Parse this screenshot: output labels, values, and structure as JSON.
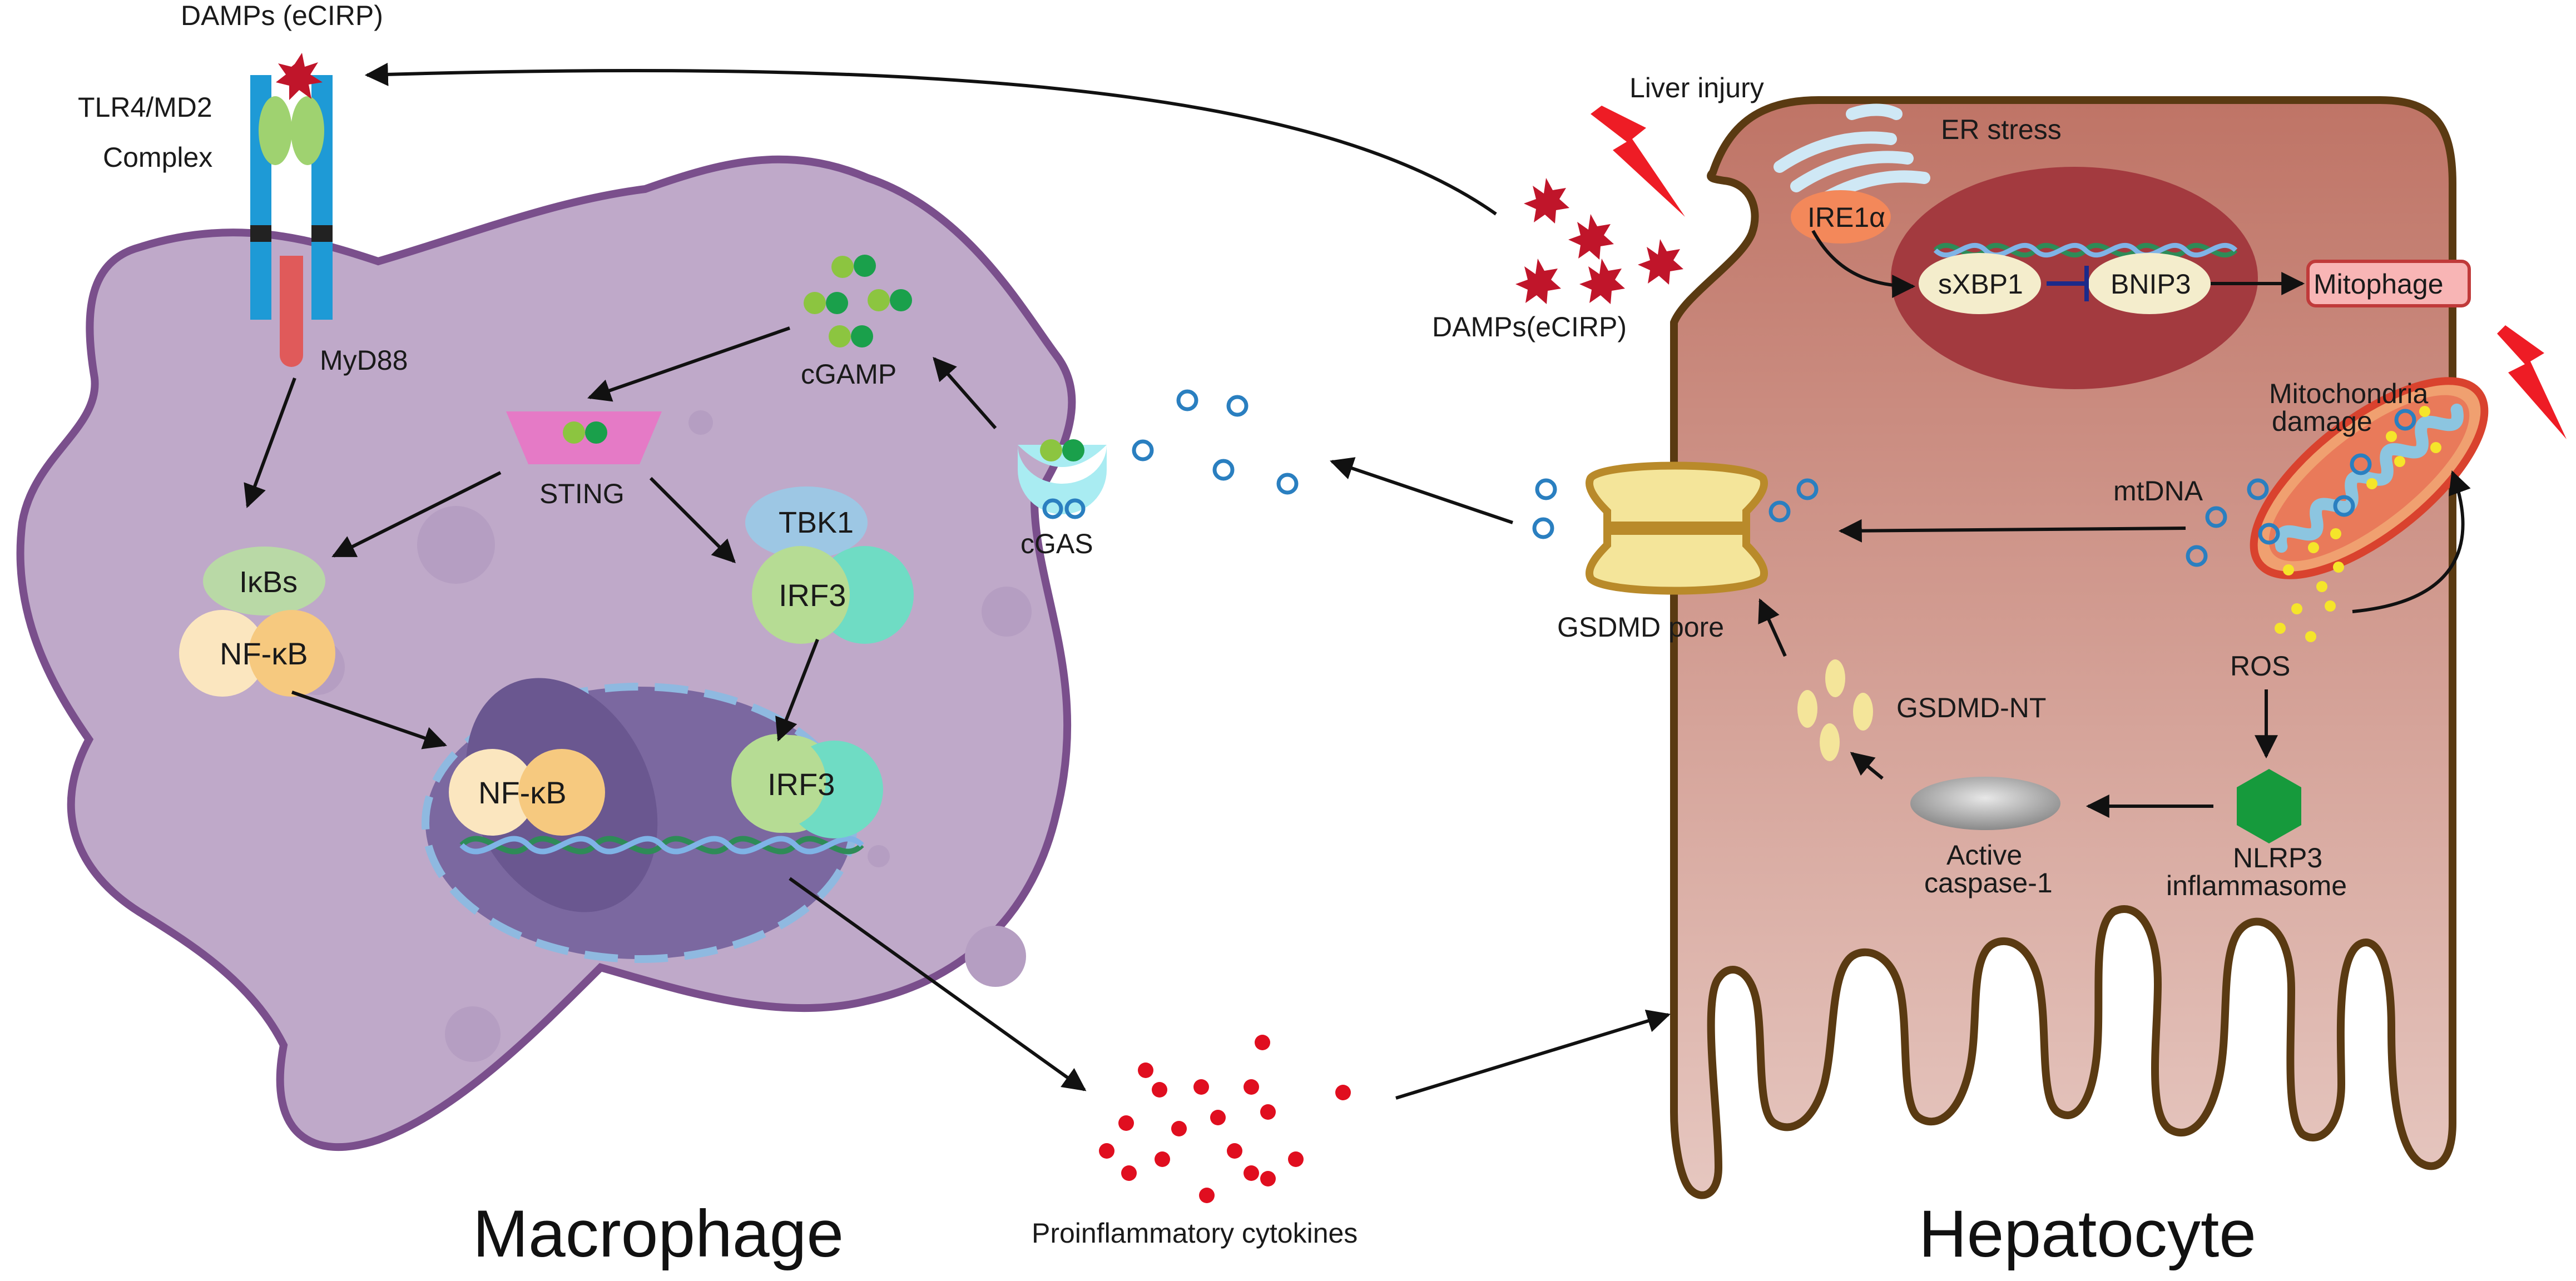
{
  "labels": {
    "damps_top": "DAMPs (eCIRP)",
    "tlr4_line1": "TLR4/MD2",
    "tlr4_line2": "Complex",
    "myd88": "MyD88",
    "cgamp": "cGAMP",
    "sting": "STING",
    "tbk1": "TBK1",
    "irf3_cyto": "IRF3",
    "cgas": "cGAS",
    "ikbs": "IκBs",
    "nfkb_cyto": "NF-κB",
    "nfkb_nuc": "NF-κB",
    "irf3_nuc": "IRF3",
    "macrophage": "Macrophage",
    "cytokines": "Proinflammatory cytokines",
    "liver_injury": "Liver injury",
    "er_stress": "ER stress",
    "ire1a": "IRE1α",
    "damps_hep": "DAMPs(eCIRP)",
    "sxbp1": "sXBP1",
    "bnip3": "BNIP3",
    "mitophage": "Mitophage",
    "mito_damage_1": "Mitochondria",
    "mito_damage_2": "damage",
    "mtdna": "mtDNA",
    "gsdmd_pore": "GSDMD pore",
    "gsdmd_nt": "GSDMD-NT",
    "ros": "ROS",
    "caspase_1": "Active",
    "caspase_2": "caspase-1",
    "nlrp3_1": "NLRP3",
    "nlrp3_2": "inflammasome",
    "hepatocyte": "Hepatocyte"
  },
  "colors": {
    "macrophage_fill": "#bfa9c9",
    "macrophage_border": "#7a4f8c",
    "nucleus_fill": "#7b68a0",
    "hepatocyte_fill": "#c98a7e",
    "hepatocyte_border": "#5a3a12",
    "er_nucleus": "#a33a3f",
    "damp_red": "#c0152a",
    "cytokine_red": "#e00e1f",
    "mtdna_blue": "#2a7fc0",
    "green_light": "#8cc540",
    "green_dark": "#1aa04b",
    "tlr_blue": "#1e9ad6",
    "ikb_green": "#b9d9a6",
    "nfkb_cream": "#fbe6bf",
    "nfkb_orange": "#f6c97f",
    "irf3_green": "#b6dc94",
    "irf3_teal": "#6fdcc4",
    "tbk1_blue": "#9dc7e4",
    "sting_pink": "#e57ac6",
    "ire1a_orange": "#f3885a",
    "mitophage_pink": "#f8b5b5",
    "nlrp3_green": "#169a3c",
    "bolt_red": "#ee1c25"
  }
}
